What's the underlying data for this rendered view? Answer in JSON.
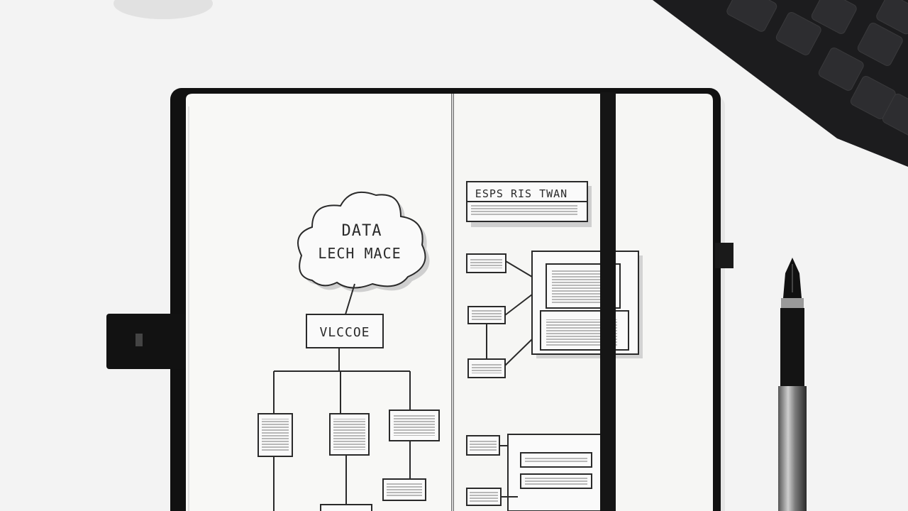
{
  "scene": {
    "description_free": true,
    "objects": {
      "notebook": {
        "cover_color": "#111111",
        "page_color": "#f7f7f5",
        "strap_color": "#151515"
      },
      "keyboard": {
        "color": "#1c1c1e",
        "key_color": "#2b2b2d"
      },
      "pen": {
        "body_color": "#141414",
        "grip_color": "#8a8a8a"
      }
    },
    "sketch": {
      "cloud_line1": "DATA",
      "cloud_line2": "LECH MACE",
      "hub_label": "VLCCOE",
      "top_banner_label": "ESPS RIS TWAN"
    },
    "palette": {
      "background": "#f3f3f3",
      "ink": "#2a2a2a",
      "shadow": "#d4d4d4"
    }
  }
}
